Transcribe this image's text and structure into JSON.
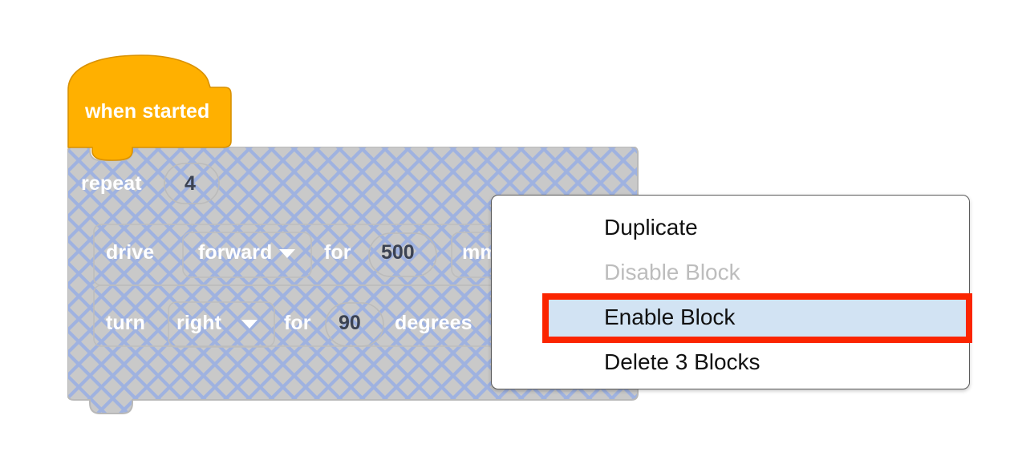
{
  "app": {
    "name": "vexcode-block-editor",
    "background_color": "#ffffff"
  },
  "workspace": {
    "hat_block": {
      "label": "when started",
      "color": "#ffb000",
      "border_color": "#d99100",
      "text_color": "#ffffff",
      "state": "enabled"
    },
    "disabled_stack": {
      "state": "disabled",
      "base_color": "#c9c9c9",
      "hatch_color": "#9fb2e0",
      "blocks": [
        {
          "name": "repeat-block",
          "type": "control",
          "label": "repeat",
          "value_field": "4"
        },
        {
          "name": "drive-block",
          "type": "motion",
          "label_1": "drive",
          "dropdown_1": "forward",
          "label_2": "for",
          "value_field": "500",
          "dropdown_2": "mm"
        },
        {
          "name": "turn-block",
          "type": "motion",
          "label_1": "turn",
          "dropdown_1": "right",
          "label_2": "for",
          "value_field": "90",
          "label_3": "degrees"
        }
      ]
    }
  },
  "context_menu": {
    "items": [
      {
        "label": "Duplicate",
        "state": "normal",
        "highlighted": false
      },
      {
        "label": "Disable Block",
        "state": "disabled",
        "highlighted": false
      },
      {
        "label": "Enable Block",
        "state": "normal",
        "highlighted": true
      },
      {
        "label": "Delete 3 Blocks",
        "state": "normal",
        "highlighted": false
      }
    ],
    "highlight_color": "#d2e3f3",
    "disabled_text_color": "#bdbdbd",
    "text_color": "#111111",
    "border_color": "#5b5b5b"
  },
  "annotation": {
    "type": "rectangle-highlight",
    "target": "Enable Block",
    "color": "#fb2500",
    "stroke_width": "8"
  }
}
